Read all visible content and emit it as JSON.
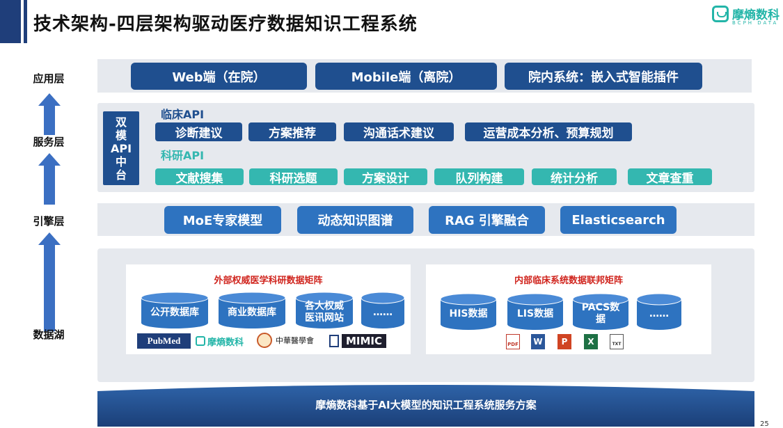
{
  "header": {
    "title": "技术架构-四层架构驱动医疗数据知识工程系统",
    "logo_text": "摩熵数科",
    "logo_sub": "BCPH DATA"
  },
  "layers": {
    "application": "应用层",
    "service": "服务层",
    "engine": "引擎层",
    "data_lake": "数据湖"
  },
  "application_layer": {
    "items": [
      "Web端（在院）",
      "Mobile端（离院）",
      "院内系统：嵌入式智能插件"
    ]
  },
  "service_layer": {
    "side_label": [
      "双",
      "模",
      "API",
      "中",
      "台"
    ],
    "clinical_label": "临床API",
    "clinical_items": [
      "诊断建议",
      "方案推荐",
      "沟通话术建议",
      "运营成本分析、预算规划"
    ],
    "research_label": "科研API",
    "research_items": [
      "文献搜集",
      "科研选题",
      "方案设计",
      "队列构建",
      "统计分析",
      "文章查重"
    ]
  },
  "engine_layer": {
    "items": [
      "MoE专家模型",
      "动态知识图谱",
      "RAG 引擎融合",
      "Elasticsearch"
    ]
  },
  "data_lake": {
    "external": {
      "title": "外部权威医学科研数据矩阵",
      "databases": [
        "公开数据库",
        "商业数据库",
        "各大权威医讯网站",
        "……"
      ],
      "sources": [
        "PubMed",
        "摩熵数科",
        "中華醫學會",
        "MIMIC"
      ]
    },
    "internal": {
      "title": "内部临床系统数据联邦矩阵",
      "databases": [
        "HIS数据",
        "LIS数据",
        "PACS数据",
        "……"
      ],
      "file_types": [
        "PDF",
        "W",
        "P",
        "X",
        "TXT"
      ]
    }
  },
  "footer": {
    "text": "摩熵数科基于AI大模型的知识工程系统服务方案",
    "page_number": "25"
  },
  "colors": {
    "navy": "#1f4f8f",
    "mid_blue": "#2e73c0",
    "teal": "#34b7b0",
    "red_title": "#d0251e",
    "band_bg": "#e6e9ee"
  }
}
